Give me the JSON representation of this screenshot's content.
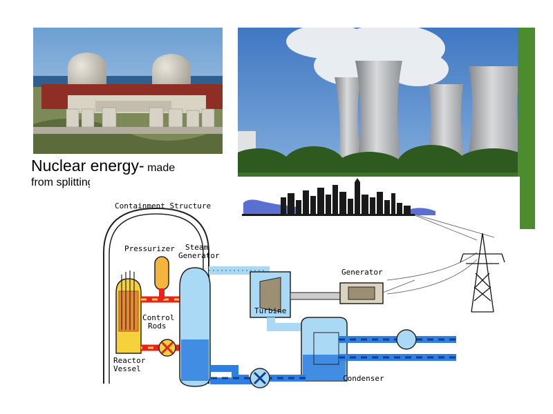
{
  "caption": {
    "line1_main": "Nuclear energy-",
    "line1_tail": "made",
    "line2": "from splitting atoms"
  },
  "photos": [
    {
      "name": "power-plant-domes-photo"
    },
    {
      "name": "cooling-towers-photo"
    }
  ],
  "diagram": {
    "labels": {
      "containment": "Containment Structure",
      "pressurizer": "Pressurizer",
      "steam_generator_line1": "Steam",
      "steam_generator_line2": "Generator",
      "generator": "Generator",
      "turbine": "Turbine",
      "control_rods_line1": "Control",
      "control_rods_line2": "Rods",
      "reactor_vessel_line1": "Reactor",
      "reactor_vessel_line2": "Vessel",
      "condenser": "Condenser"
    },
    "colors": {
      "primary_loop_red": "#e8231d",
      "primary_loop_yellow": "#f5d23c",
      "water_blue": "#2f7fe0",
      "steam_light_blue": "#a9d9f5",
      "reactor_orange": "#e9892f"
    }
  }
}
